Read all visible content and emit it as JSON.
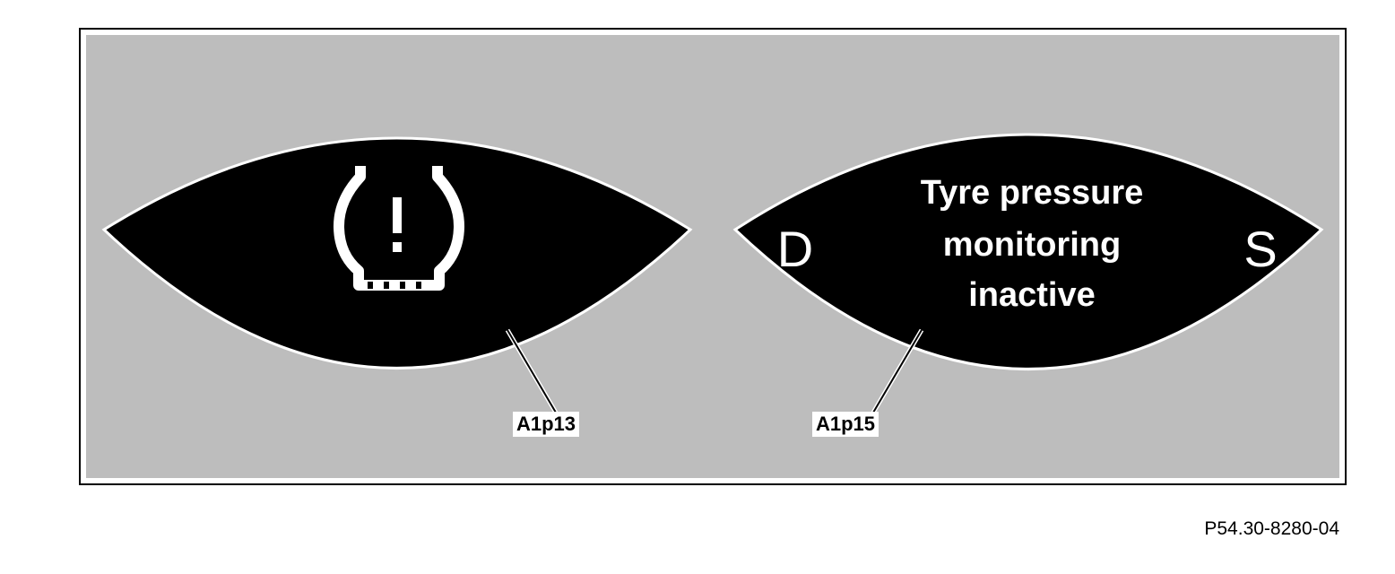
{
  "colors": {
    "panel": "#bdbdbd",
    "display": "#000000",
    "display_outline": "#ffffff",
    "display_text": "#ffffff",
    "label_bg": "#ffffff"
  },
  "left_display": {
    "icon": "tyre-pressure-warning-icon",
    "callout": "A1p13"
  },
  "right_display": {
    "message_lines": [
      "Tyre pressure",
      "monitoring",
      "inactive"
    ],
    "left_letter": "D",
    "right_letter": "S",
    "callout": "A1p15"
  },
  "figure_ref": "P54.30-8280-04"
}
